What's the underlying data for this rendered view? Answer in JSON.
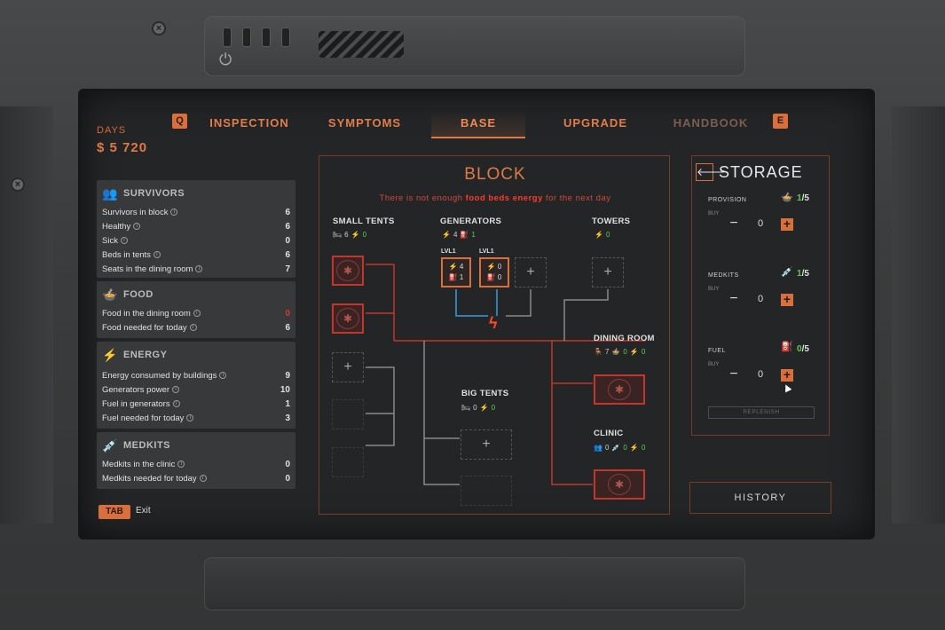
{
  "header": {
    "days_label": "DAYS",
    "money": "$ 5 720",
    "key_left": "Q",
    "key_right": "E",
    "tabs": [
      {
        "label": "INSPECTION"
      },
      {
        "label": "SYMPTOMS"
      },
      {
        "label": "BASE"
      },
      {
        "label": "UPGRADE"
      },
      {
        "label": "HANDBOOK"
      }
    ]
  },
  "survivors": {
    "title": "SURVIVORS",
    "rows": [
      {
        "label": "Survivors in block",
        "value": "6"
      },
      {
        "label": "Healthy",
        "value": "6"
      },
      {
        "label": "Sick",
        "value": "0"
      },
      {
        "label": "Beds in tents",
        "value": "6"
      },
      {
        "label": "Seats in the dining room",
        "value": "7"
      }
    ]
  },
  "food": {
    "title": "FOOD",
    "rows": [
      {
        "label": "Food in the dining room",
        "value": "0"
      },
      {
        "label": "Food needed for today",
        "value": "6"
      }
    ]
  },
  "energy": {
    "title": "ENERGY",
    "rows": [
      {
        "label": "Energy consumed by buildings",
        "value": "9"
      },
      {
        "label": "Generators power",
        "value": "10"
      },
      {
        "label": "Fuel in generators",
        "value": "1"
      },
      {
        "label": "Fuel needed for today",
        "value": "3"
      }
    ]
  },
  "medkits": {
    "title": "MEDKITS",
    "rows": [
      {
        "label": "Medkits in the clinic",
        "value": "0"
      },
      {
        "label": "Medkits needed for today",
        "value": "0"
      }
    ]
  },
  "footer": {
    "tab_key": "TAB",
    "exit_label": "Exit"
  },
  "block": {
    "title": "BLOCK",
    "warning_pre": "There is not enough ",
    "warning_items": "food beds energy",
    "warning_post": " for the next day",
    "small_tents": {
      "label": "SMALL TENTS",
      "beds": "6",
      "energy": "0"
    },
    "generators": {
      "label": "GENERATORS",
      "energy": "4",
      "fuel": "1",
      "units": [
        {
          "level": "LVL1",
          "energy": "4",
          "fuel": "1"
        },
        {
          "level": "LVL1",
          "energy": "0",
          "fuel": "0"
        }
      ]
    },
    "towers": {
      "label": "TOWERS",
      "energy": "0"
    },
    "dining_room": {
      "label": "DINING ROOM",
      "seats": "7",
      "food": "0",
      "energy": "0"
    },
    "big_tents": {
      "label": "BIG TENTS",
      "beds": "0",
      "energy": "0"
    },
    "clinic": {
      "label": "CLINIC",
      "patients": "0",
      "medkits": "0",
      "energy": "0"
    }
  },
  "storage": {
    "title": "STORAGE",
    "items": [
      {
        "label": "PROVISION",
        "buy": "BUY",
        "count": "1",
        "max": "/5",
        "qty": "0",
        "icon": "food-icon"
      },
      {
        "label": "MEDKITS",
        "buy": "BUY",
        "count": "1",
        "max": "/5",
        "qty": "0",
        "icon": "syringe-icon"
      },
      {
        "label": "FUEL",
        "buy": "BUY",
        "count": "0",
        "max": "/5",
        "qty": "0",
        "icon": "fuel-icon"
      }
    ],
    "replenish": "REPLENISH"
  },
  "history": "HISTORY"
}
